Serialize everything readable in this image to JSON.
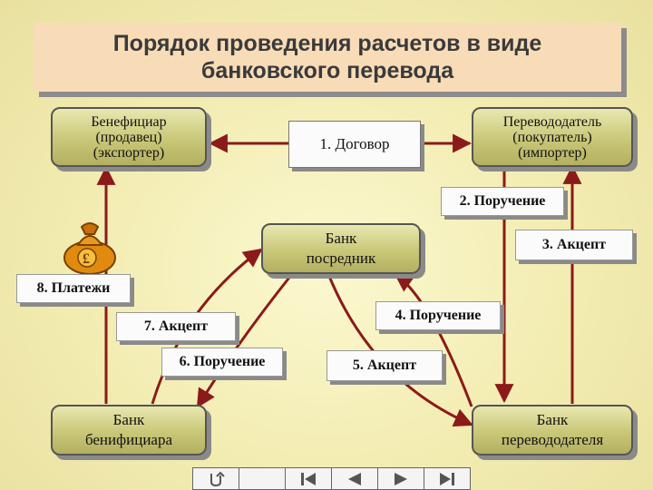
{
  "title": {
    "line1": "Порядок проведения расчетов в виде",
    "line2": "банковского перевода"
  },
  "beneficiary": {
    "line1": "Бенефициар",
    "line2": "(продавец)",
    "line3": "(экспортер)"
  },
  "remitter": {
    "line1": "Перевододатель",
    "line2": "(покупатель)",
    "line3": "(импортер)"
  },
  "contract": "1. Договор",
  "intermediary_bank": {
    "line1": "Банк",
    "line2": "посредник"
  },
  "beneficiary_bank": {
    "line1": "Банк",
    "line2": "бенифициара"
  },
  "remitter_bank": {
    "line1": "Банк",
    "line2": "перевододателя"
  },
  "steps": {
    "s2": "2. Поручение",
    "s3": "3. Акцепт",
    "s4": "4. Поручение",
    "s5": "5. Акцепт",
    "s6": "6. Поручение",
    "s7": "7. Акцепт",
    "s8": "8. Платежи"
  },
  "colors": {
    "arrow": "#8b1a1a",
    "box": "#c9c778",
    "title_bg": "#f8dcb8"
  },
  "nav_icons": [
    "return-icon",
    "first-slide-icon",
    "previous-slide-icon",
    "next-slide-icon",
    "last-slide-icon"
  ]
}
